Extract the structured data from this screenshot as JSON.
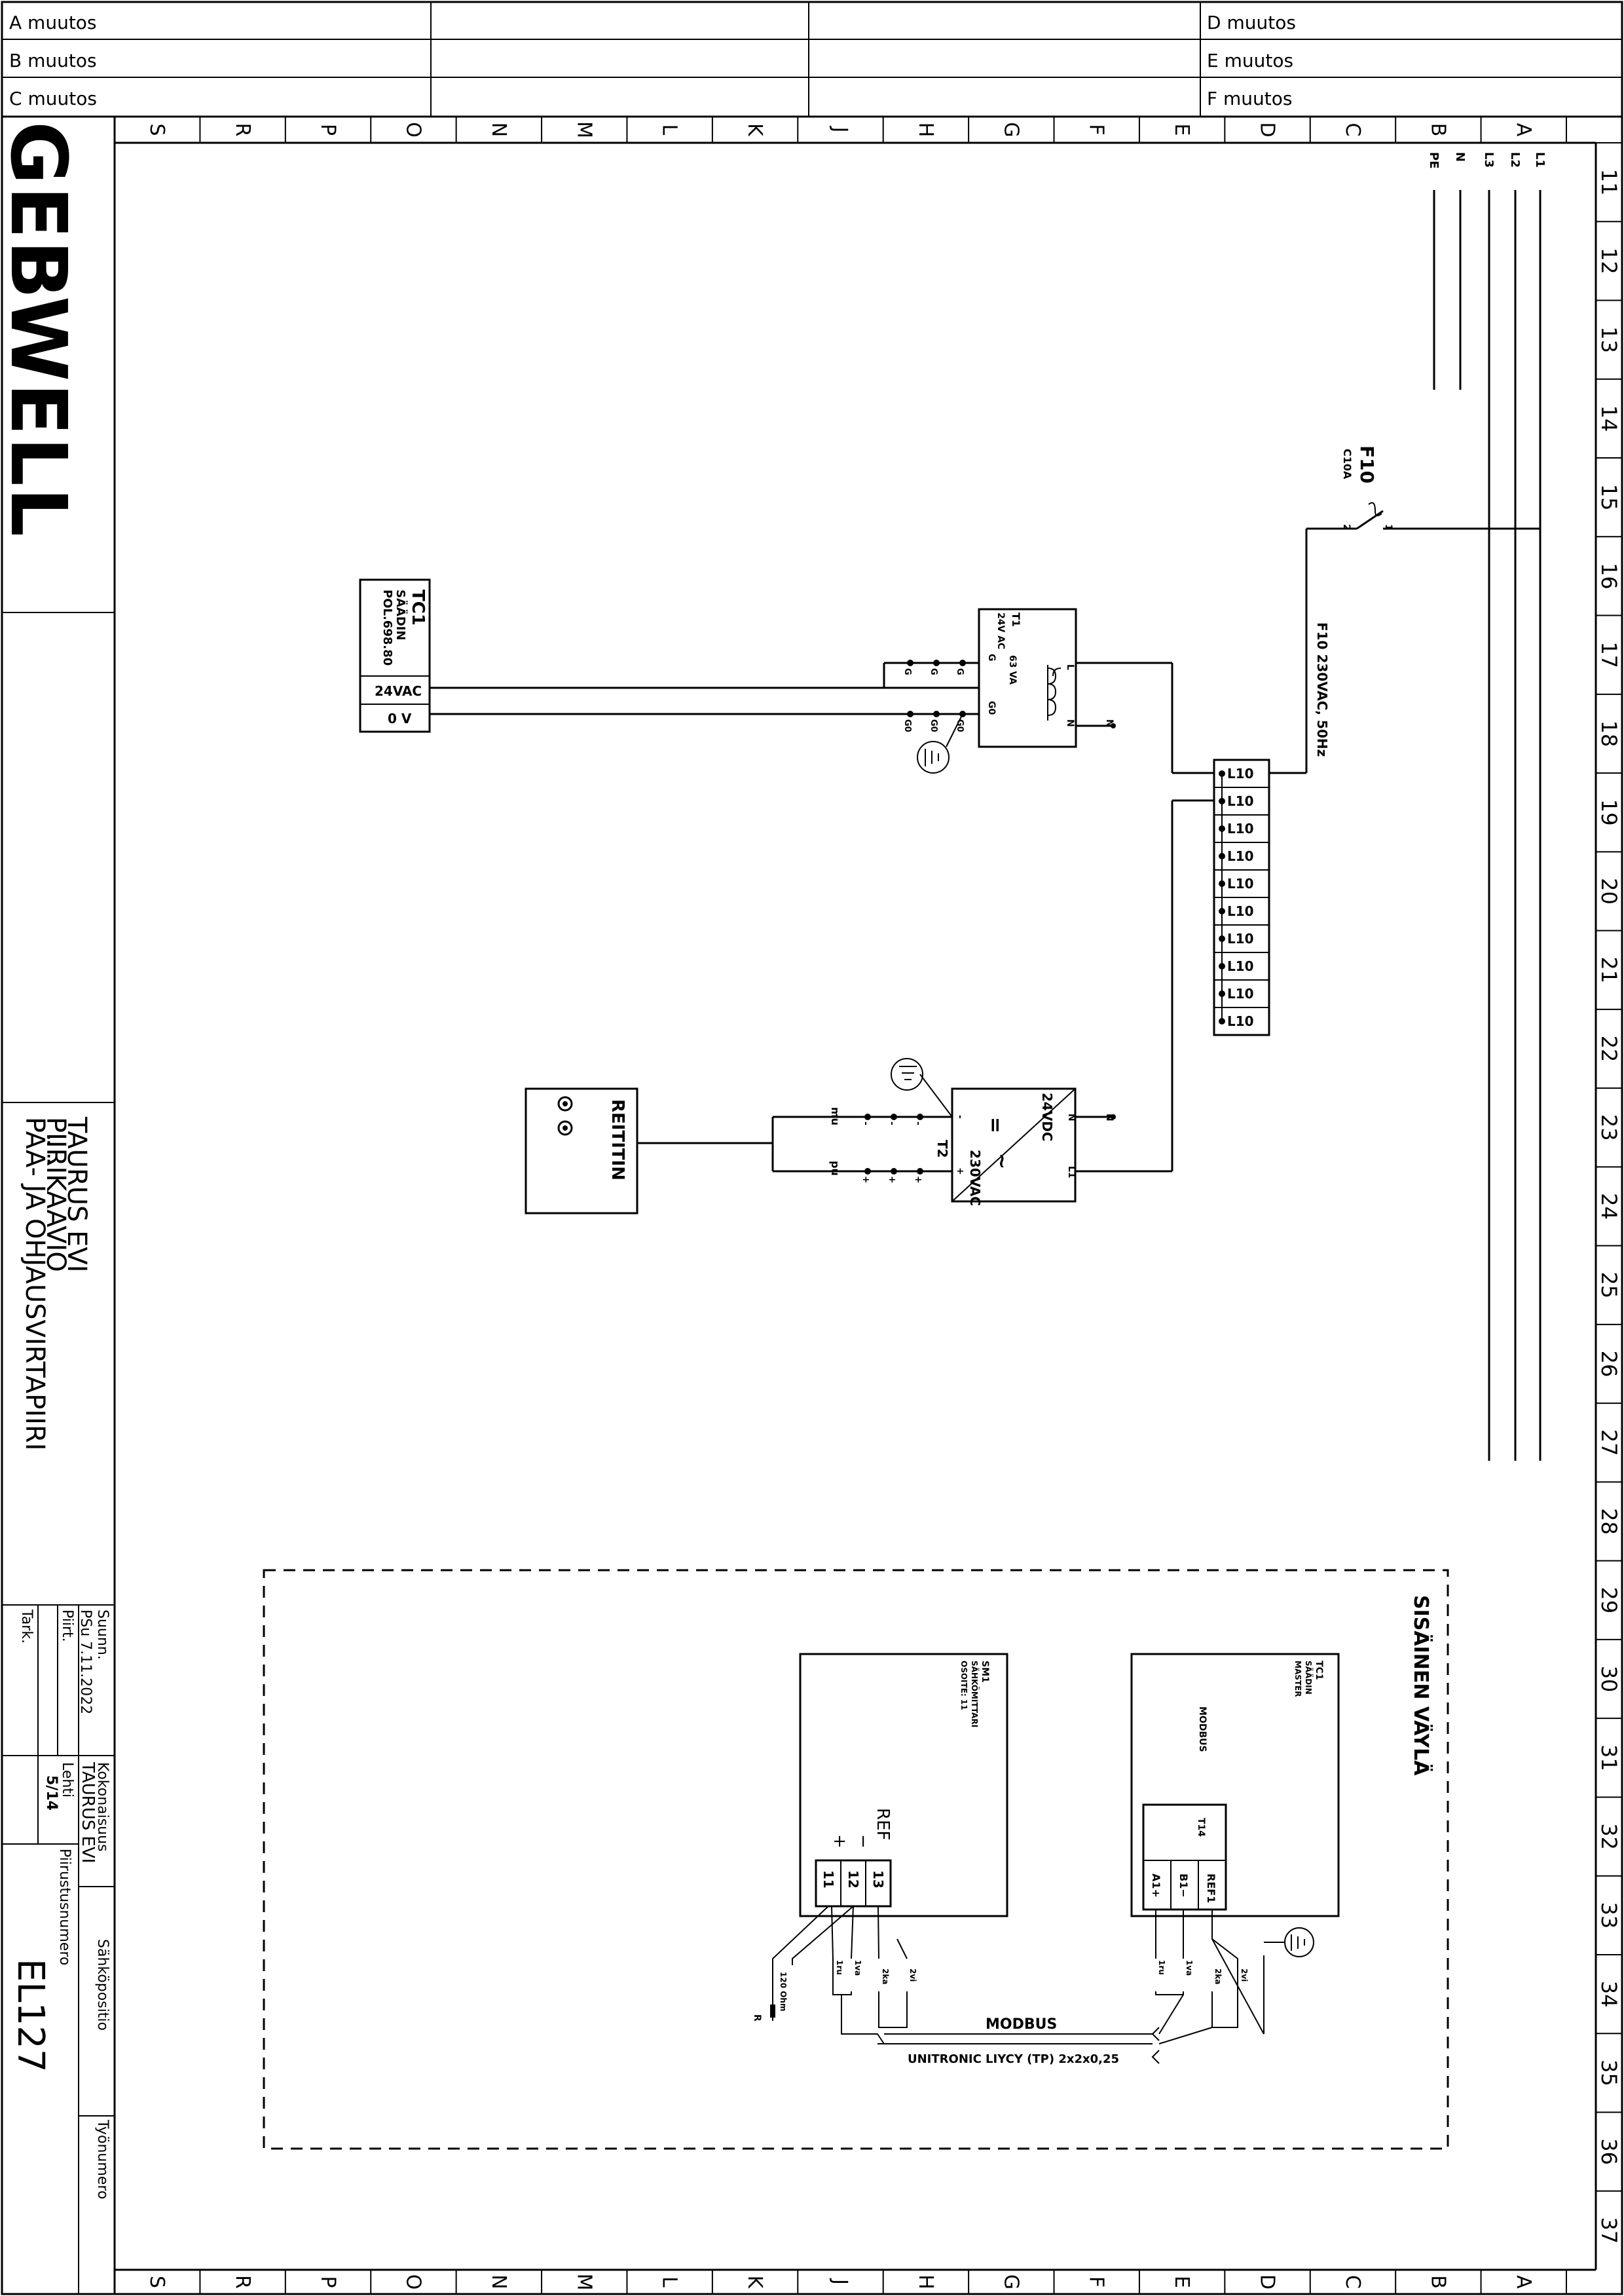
{
  "revisions": {
    "a": "A  muutos",
    "b": "B  muutos",
    "c": "C  muutos",
    "d": "D  muutos",
    "e": "E  muutos",
    "f": "F  muutos"
  },
  "grid": {
    "columns": [
      "S",
      "R",
      "P",
      "O",
      "N",
      "M",
      "L",
      "K",
      "J",
      "H",
      "G",
      "F",
      "E",
      "D",
      "C",
      "B",
      "A"
    ],
    "rows": [
      "11",
      "12",
      "13",
      "14",
      "15",
      "16",
      "17",
      "18",
      "19",
      "20",
      "21",
      "22",
      "23",
      "24",
      "25",
      "26",
      "27",
      "28",
      "29",
      "30",
      "31",
      "32",
      "33",
      "34",
      "35",
      "36",
      "37"
    ]
  },
  "title_block": {
    "logo": "GEBWELL",
    "title_line1": "TAURUS EVI",
    "title_line2": "PIIRIKAAVIO",
    "title_line3": "PÄÄ- JA OHJAUSVIRTAPIIRI",
    "suunn_label": "Suunn.",
    "suunn_value": "PSu  7.11.2022",
    "piirt_label": "Piirt.",
    "tark_label": "Tark.",
    "kokonaisuus_label": "Kokonaisuus",
    "kokonaisuus_value": "TAURUS EVI",
    "lehti_label": "Lehti",
    "lehti_value": "5/14",
    "piirustusnumero_label": "Piirustusnumero",
    "drawing_number": "EL127",
    "sahkopositio_label": "Sähköpositio",
    "tyonumero_label": "Työnumero"
  },
  "supply": {
    "l1": "L1",
    "l2": "L2",
    "l3": "L3",
    "n": "N",
    "pe": "PE"
  },
  "fuse": {
    "name": "F10",
    "rating": "C10A",
    "t1": "1",
    "t2": "2",
    "feed_label": "F10 230VAC, 50Hz"
  },
  "terminals": {
    "labels": [
      "L10",
      "L10",
      "L10",
      "L10",
      "L10",
      "L10",
      "L10",
      "L10",
      "L10",
      "L10"
    ]
  },
  "transformer_t1": {
    "name": "T1",
    "spec1": "24V AC",
    "spec2": "63 VA",
    "pin_g": "G",
    "pin_g0": "G0",
    "pin_l": "L",
    "pin_n": "N",
    "out_g1": "G",
    "out_g2": "G",
    "out_g3": "G",
    "out_g01": "G0",
    "out_g02": "G0",
    "out_g03": "G0"
  },
  "controller_tc1": {
    "name": "TC1",
    "role": "SÄÄDIN",
    "model": "POL.698.80",
    "term1": "24VAC",
    "term2": "0 V"
  },
  "psu_t2": {
    "name": "T2",
    "out": "24VDC",
    "in": "230VAC",
    "pin_minus": "-",
    "pin_plus": "+",
    "pin_n": "N",
    "pin_l1": "L1",
    "tap_minus": "-",
    "tap_plus": "+",
    "wire_neg": "mu",
    "wire_pos": "pu",
    "ac_symbol": "~",
    "dc_symbol": "="
  },
  "router": {
    "label": "REITITIN"
  },
  "bus": {
    "frame_label": "SISÄINEN VÄYLÄ",
    "sm1": {
      "name": "SM1",
      "role": "SÄHKÖMITTARI",
      "address": "OSOITE: 11",
      "group": "REF",
      "plus": "+",
      "minus": "−",
      "t11": "11",
      "t12": "12",
      "t13": "13"
    },
    "tc1": {
      "name": "TC1",
      "role": "SÄÄDIN",
      "sub": "MASTER",
      "protocol": "MODBUS",
      "port": "T14",
      "t_a": "A1+",
      "t_b": "B1−",
      "t_ref": "REF1"
    },
    "wires": {
      "w1": "1ru",
      "w2": "1va",
      "w3": "2ka",
      "w4": "2vi"
    },
    "resistor": {
      "value": "120 Ohm",
      "name": "R"
    },
    "cable_label": "MODBUS",
    "cable_spec": "UNITRONIC LIYCY (TP) 2x2x0,25"
  }
}
